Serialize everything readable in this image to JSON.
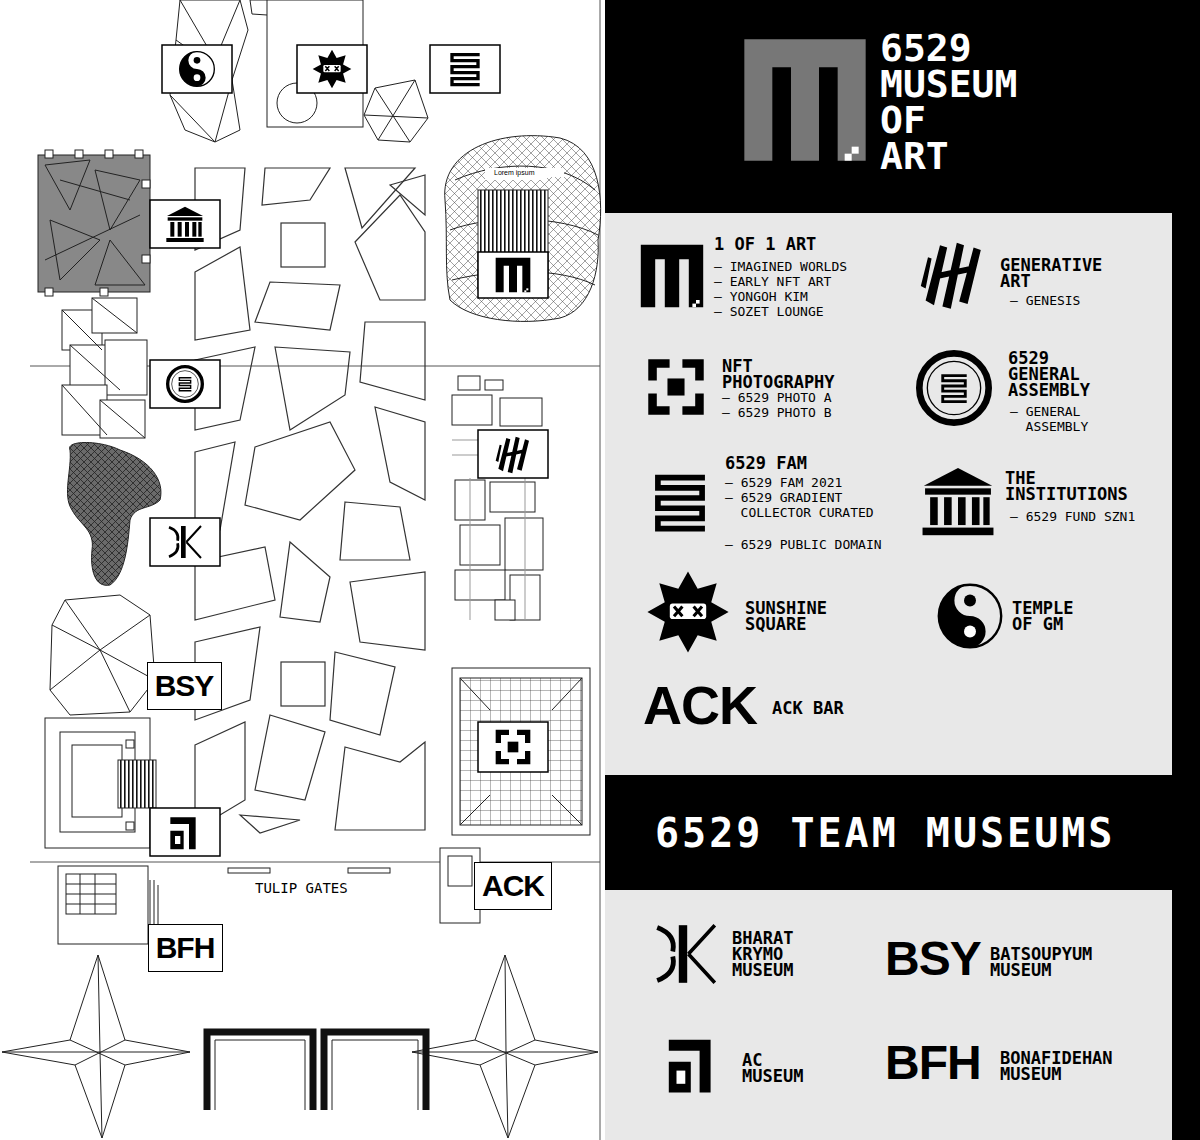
{
  "diagram": {
    "title": "6529 MUSEUM OF ART",
    "nodes": [
      {
        "text": [
          "BSY"
        ]
      },
      {
        "text": [
          "ACK"
        ]
      },
      {
        "text": [
          "BFH"
        ]
      },
      {
        "text": [
          "6529 TEAM MUSEUMS"
        ]
      }
    ],
    "labels": [
      "Lorem ipsum",
      "TULIP GATES",
      "– IMAGINED WORLDS",
      "– EARLY NFT ART",
      "– YONGOH KIM",
      "– SOZET LOUNGE",
      "– GENESIS",
      "– 6529 PHOTO A",
      "– 6529 PHOTO B",
      "– GENERAL ASSEMBLY",
      "– 6529 FAM 2021",
      "– 6529 GRADIENT COLLECTOR CURATED",
      "– 6529 PUBLIC DOMAIN",
      "– 6529 FUND SZN1",
      "ACK",
      "BSY",
      "BFH"
    ],
    "legend": [
      {
        "text": "1 OF 1 ART"
      },
      {
        "text": "GENERATIVE ART"
      },
      {
        "text": "NFT PHOTOGRAPHY"
      },
      {
        "text": "6529 GENERAL ASSEMBLY"
      },
      {
        "text": "6529 FAM"
      },
      {
        "text": "THE INSTITUTIONS"
      },
      {
        "text": "SUNSHINE SQUARE"
      },
      {
        "text": "TEMPLE OF GM"
      },
      {
        "text": "ACK BAR"
      },
      {
        "text": "BHARAT KRYMO MUSEUM"
      },
      {
        "text": "BATSOUPYUM MUSEUM"
      },
      {
        "text": "AC MUSEUM"
      },
      {
        "text": "BONAFIDEHAN MUSEUM"
      }
    ]
  }
}
